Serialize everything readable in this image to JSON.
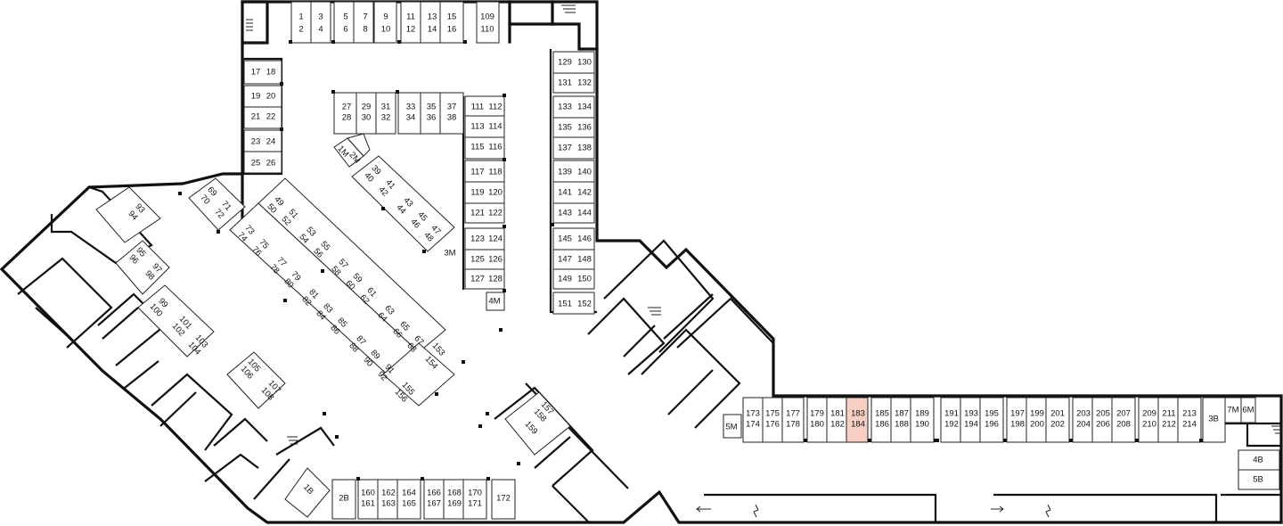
{
  "highlight_color": "#f7cfc3",
  "icons": [
    "stairs-icon",
    "arrow-left-icon",
    "arrow-right-icon",
    "ramp-break-icon"
  ],
  "units": {
    "1": "1",
    "2": "2",
    "3": "3",
    "4": "4",
    "5": "5",
    "6": "6",
    "7": "7",
    "8": "8",
    "9": "9",
    "10": "10",
    "11": "11",
    "12": "12",
    "13": "13",
    "14": "14",
    "15": "15",
    "16": "16",
    "109": "109",
    "110": "110",
    "17": "17",
    "18": "18",
    "19": "19",
    "20": "20",
    "21": "21",
    "22": "22",
    "23": "23",
    "24": "24",
    "25": "25",
    "26": "26",
    "27": "27",
    "28": "28",
    "29": "29",
    "30": "30",
    "31": "31",
    "32": "32",
    "33": "33",
    "34": "34",
    "35": "35",
    "36": "36",
    "37": "37",
    "38": "38",
    "111": "111",
    "112": "112",
    "113": "113",
    "114": "114",
    "115": "115",
    "116": "116",
    "117": "117",
    "118": "118",
    "119": "119",
    "120": "120",
    "121": "121",
    "122": "122",
    "123": "123",
    "124": "124",
    "125": "125",
    "126": "126",
    "127": "127",
    "128": "128",
    "129": "129",
    "130": "130",
    "131": "131",
    "132": "132",
    "133": "133",
    "134": "134",
    "135": "135",
    "136": "136",
    "137": "137",
    "138": "138",
    "139": "139",
    "140": "140",
    "141": "141",
    "142": "142",
    "143": "143",
    "144": "144",
    "145": "145",
    "146": "146",
    "147": "147",
    "148": "148",
    "149": "149",
    "150": "150",
    "151": "151",
    "152": "152",
    "1M": "1M",
    "2M": "2M",
    "3M": "3M",
    "4M": "4M",
    "5M": "5M",
    "6M": "6M",
    "7M": "7M",
    "39": "39",
    "40": "40",
    "41": "41",
    "42": "42",
    "43": "43",
    "44": "44",
    "45": "45",
    "46": "46",
    "47": "47",
    "48": "48",
    "49": "49",
    "50": "50",
    "51": "51",
    "52": "52",
    "53": "53",
    "54": "54",
    "55": "55",
    "56": "56",
    "57": "57",
    "58": "58",
    "59": "59",
    "60": "60",
    "61": "61",
    "62": "62",
    "63": "63",
    "64": "64",
    "65": "65",
    "66": "66",
    "67": "67",
    "68": "68",
    "69": "69",
    "70": "70",
    "71": "71",
    "72": "72",
    "73": "73",
    "74": "74",
    "75": "75",
    "76": "76",
    "77": "77",
    "78": "78",
    "79": "79",
    "80": "80",
    "81": "81",
    "82": "82",
    "83": "83",
    "84": "84",
    "85": "85",
    "86": "86",
    "87": "87",
    "88": "88",
    "89": "89",
    "90": "90",
    "91": "91",
    "92": "92",
    "93": "93",
    "94": "94",
    "95": "95",
    "96": "96",
    "97": "97",
    "98": "98",
    "99": "99",
    "100": "100",
    "101": "101",
    "102": "102",
    "103": "103",
    "104": "104",
    "105": "105",
    "106": "106",
    "107": "107",
    "108": "108",
    "153": "153",
    "154": "154",
    "155": "155",
    "156": "156",
    "157": "157",
    "158": "158",
    "159": "159",
    "1B": "1B",
    "2B": "2B",
    "3B": "3B",
    "4B": "4B",
    "5B": "5B",
    "160": "160",
    "161": "161",
    "162": "162",
    "163": "163",
    "164": "164",
    "165": "165",
    "166": "166",
    "167": "167",
    "168": "168",
    "169": "169",
    "170": "170",
    "171": "171",
    "172": "172",
    "173": "173",
    "174": "174",
    "175": "175",
    "176": "176",
    "177": "177",
    "178": "178",
    "179": "179",
    "180": "180",
    "181": "181",
    "182": "182",
    "183": "183",
    "184": "184",
    "185": "185",
    "186": "186",
    "187": "187",
    "188": "188",
    "189": "189",
    "190": "190",
    "191": "191",
    "192": "192",
    "193": "193",
    "194": "194",
    "195": "195",
    "196": "196",
    "197": "197",
    "198": "198",
    "199": "199",
    "200": "200",
    "201": "201",
    "202": "202",
    "203": "203",
    "204": "204",
    "205": "205",
    "206": "206",
    "207": "207",
    "208": "208",
    "209": "209",
    "210": "210",
    "211": "211",
    "212": "212",
    "213": "213",
    "214": "214"
  },
  "highlighted_unit": "183"
}
